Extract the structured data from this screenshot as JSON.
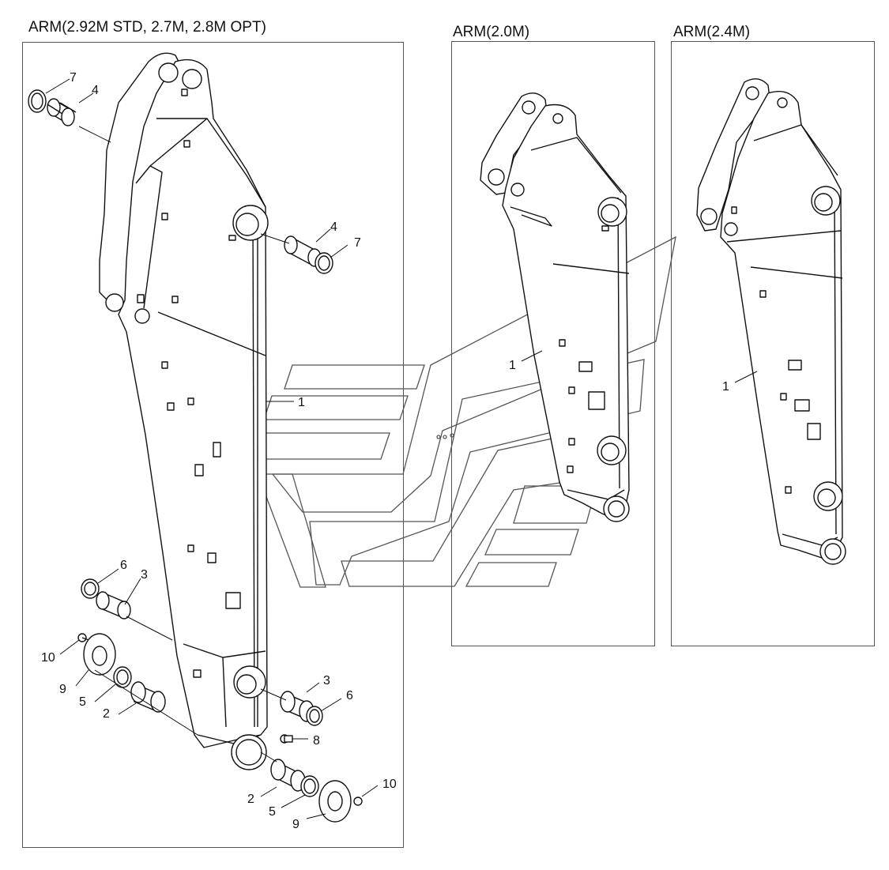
{
  "panels": [
    {
      "id": "main",
      "title": "ARM(2.92M STD, 2.7M, 2.8M OPT)"
    },
    {
      "id": "arm20",
      "title": "ARM(2.0M)"
    },
    {
      "id": "arm24",
      "title": "ARM(2.4M)"
    }
  ],
  "callouts": {
    "main": [
      "7",
      "4",
      "4",
      "7",
      "1",
      "6",
      "3",
      "10",
      "9",
      "5",
      "2",
      "3",
      "6",
      "8",
      "10",
      "2",
      "5",
      "9"
    ],
    "arm20": [
      "1"
    ],
    "arm24": [
      "1"
    ]
  },
  "colors": {
    "line": "#111111",
    "watermark": "#555555",
    "frame": "#555555"
  },
  "watermark": {
    "description": "faint logo outline overlay"
  }
}
